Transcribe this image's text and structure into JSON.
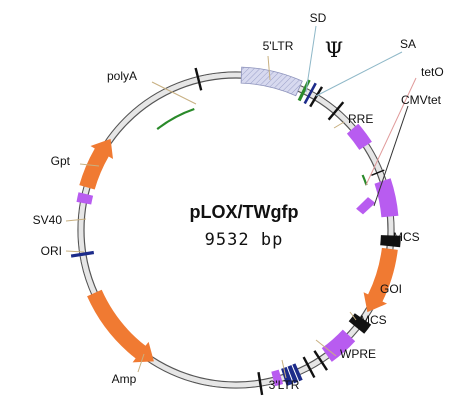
{
  "plasmid": {
    "name": "pLOX/TWgfp",
    "size": "9532 bp"
  },
  "labels": {
    "sd": "SD",
    "psi": "Ψ",
    "sa": "SA",
    "five_ltr": "5'LTR",
    "polya": "polyA",
    "teto": "tetO",
    "cmvtet": "CMVtet",
    "rre": "RRE",
    "gpt": "Gpt",
    "sv40": "SV40",
    "ori": "ORI",
    "mcs_top": "MCS",
    "goi": "GOI",
    "mcs_bottom": "MCS",
    "wpre": "WPRE",
    "three_ltr": "3'LTR",
    "amp": "Amp"
  },
  "colors": {
    "backbone_fill": "#e6e6e6",
    "backbone_edge": "#555555",
    "orange": "#f07a32",
    "purple": "#b85cf0",
    "ltr_fill": "#d7d9ef",
    "green": "#2a8a2a",
    "navy": "#1c2b8a",
    "black": "#111111"
  }
}
